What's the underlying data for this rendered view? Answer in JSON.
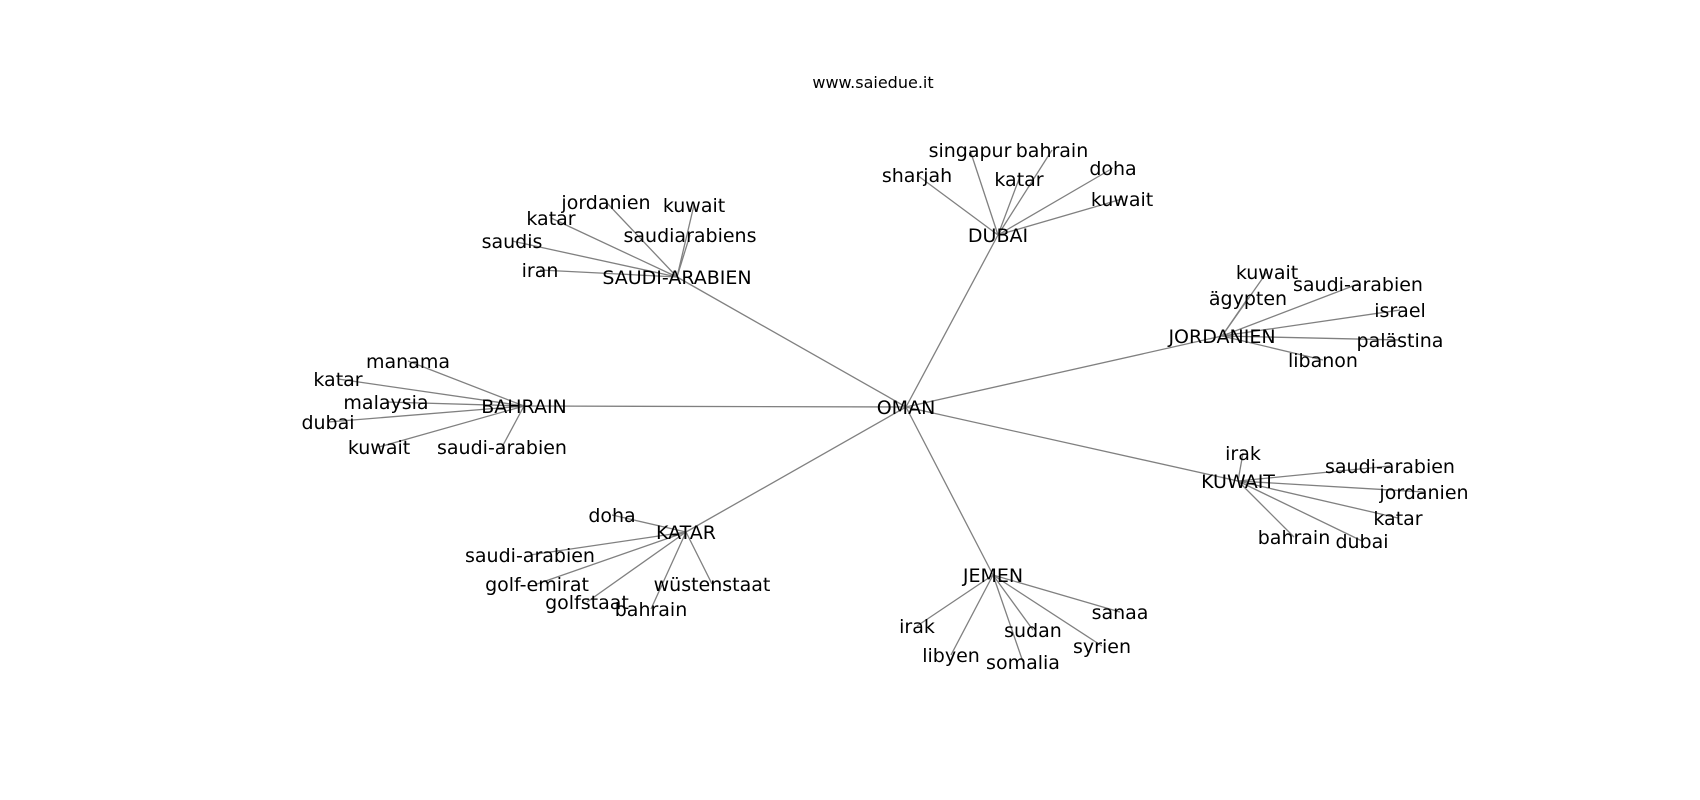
{
  "title": "www.saiedue.it",
  "colors": {
    "edge": "#808080",
    "text": "#000000",
    "background": "#ffffff"
  },
  "root": "OMAN",
  "clusters": [
    {
      "hub": "DUBAI",
      "leaves": [
        "singapur",
        "bahrain",
        "sharjah",
        "katar",
        "doha",
        "kuwait"
      ]
    },
    {
      "hub": "SAUDI-ARABIEN",
      "leaves": [
        "jordanien",
        "kuwait",
        "katar",
        "saudiarabiens",
        "saudis",
        "iran"
      ]
    },
    {
      "hub": "JORDANIEN",
      "leaves": [
        "kuwait",
        "saudi-arabien",
        "ägypten",
        "israel",
        "palästina",
        "libanon"
      ]
    },
    {
      "hub": "BAHRAIN",
      "leaves": [
        "manama",
        "katar",
        "malaysia",
        "dubai",
        "kuwait",
        "saudi-arabien"
      ]
    },
    {
      "hub": "KUWAIT",
      "leaves": [
        "irak",
        "saudi-arabien",
        "jordanien",
        "katar",
        "bahrain",
        "dubai"
      ]
    },
    {
      "hub": "KATAR",
      "leaves": [
        "doha",
        "saudi-arabien",
        "golf-emirat",
        "wüstenstaat",
        "golfstaat",
        "bahrain"
      ]
    },
    {
      "hub": "JEMEN",
      "leaves": [
        "sanaa",
        "irak",
        "sudan",
        "syrien",
        "libyen",
        "somalia"
      ]
    }
  ]
}
